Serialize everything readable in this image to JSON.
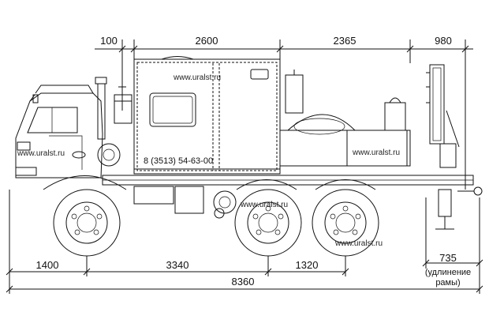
{
  "dimensions": {
    "top": {
      "front_gap": "100",
      "body_length": "2600",
      "platform_length": "2365",
      "crane_overhang": "980"
    },
    "bottom": {
      "front_overhang": "1400",
      "wheelbase_front": "3340",
      "bogie_spacing": "1320",
      "total_length": "8360"
    },
    "extension": {
      "value": "735",
      "note_line1": "(удлинение",
      "note_line2": "рамы)"
    }
  },
  "watermarks": {
    "body_top": "www.uralst.ru",
    "cab": "www.uralst.ru",
    "platform": "www.uralst.ru",
    "rear_wheel": "www.uralst.ru",
    "middle_wheel": "www.uralst.ru"
  },
  "phone": "8 (3513) 54-63-00"
}
